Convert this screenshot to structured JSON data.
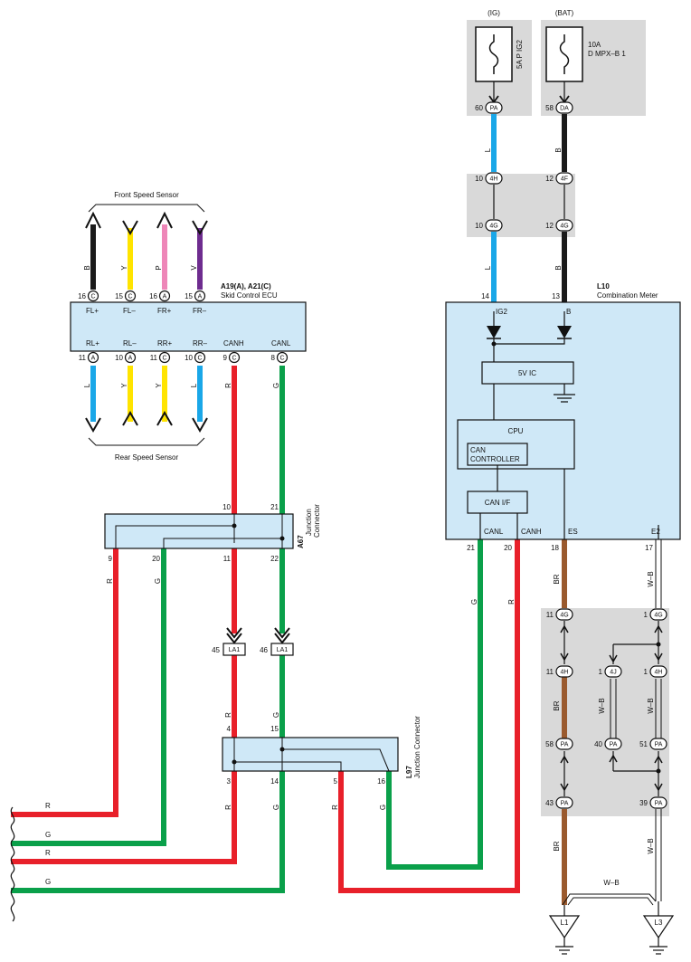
{
  "sources": {
    "ig": {
      "label": "(IG)",
      "fuse": "5A P IG2",
      "pin_num": "60",
      "pin_code": "PA",
      "wire": "L"
    },
    "bat": {
      "label": "(BAT)",
      "fuse_amp": "10A",
      "fuse_name": "D MPX–B 1",
      "pin_num": "58",
      "pin_code": "DA",
      "wire": "B"
    }
  },
  "joint_4h4f": {
    "left_num": "10",
    "left_code": "4H",
    "right_num": "12",
    "right_code": "4F"
  },
  "joint_4g": {
    "left_num": "10",
    "left_code": "4G",
    "right_num": "12",
    "right_code": "4G"
  },
  "ecu": {
    "id": "A19(A), A21(C)",
    "name": "Skid Control ECU",
    "top_pins": [
      {
        "num": "16",
        "code": "C",
        "label": "FL+",
        "wire": "B"
      },
      {
        "num": "15",
        "code": "C",
        "label": "FL–",
        "wire": "Y"
      },
      {
        "num": "16",
        "code": "A",
        "label": "FR+",
        "wire": "P"
      },
      {
        "num": "15",
        "code": "A",
        "label": "FR–",
        "wire": "V"
      }
    ],
    "bottom_pins": [
      {
        "num": "11",
        "code": "A",
        "label": "RL+",
        "wire": "L"
      },
      {
        "num": "10",
        "code": "A",
        "label": "RL–",
        "wire": "Y"
      },
      {
        "num": "11",
        "code": "C",
        "label": "RR+",
        "wire": "Y"
      },
      {
        "num": "10",
        "code": "C",
        "label": "RR–",
        "wire": "L"
      },
      {
        "num": "9",
        "code": "C",
        "label": "CANH",
        "wire": "R"
      },
      {
        "num": "8",
        "code": "C",
        "label": "CANL",
        "wire": "G"
      }
    ],
    "front_sensor": "Front Speed Sensor",
    "rear_sensor": "Rear Speed Sensor"
  },
  "meter": {
    "id": "L10",
    "name": "Combination Meter",
    "pin_ig2_num": "14",
    "pin_ig2_label": "IG2",
    "pin_b_num": "13",
    "pin_b_label": "B",
    "ic": "5V IC",
    "cpu": "CPU",
    "can_ctrl_1": "CAN",
    "can_ctrl_2": "CONTROLLER",
    "can_if": "CAN I/F",
    "bottom": [
      {
        "num": "21",
        "label": "CANL",
        "wire": "G"
      },
      {
        "num": "20",
        "label": "CANH",
        "wire": "R"
      },
      {
        "num": "18",
        "label": "ES",
        "wire": "BR"
      },
      {
        "num": "17",
        "label": "E2",
        "wire": "W–B"
      }
    ]
  },
  "a67": {
    "id": "A67",
    "name": "Junction",
    "name2": "Connector",
    "top_pins": [
      "10",
      "21"
    ],
    "bottom_pins": [
      "9",
      "20",
      "11",
      "22"
    ],
    "wires": [
      "R",
      "G"
    ]
  },
  "la1": [
    {
      "num": "45",
      "code": "LA1"
    },
    {
      "num": "46",
      "code": "LA1"
    }
  ],
  "l97": {
    "id": "L97",
    "name": "Junction Connector",
    "top_pins": [
      "4",
      "15"
    ],
    "bottom_pins": [
      "3",
      "14",
      "5",
      "16"
    ],
    "wire_r": "R",
    "wire_g": "G"
  },
  "ground_block": {
    "j4g": [
      {
        "num": "11",
        "code": "4G"
      },
      {
        "num": "1",
        "code": "4G"
      }
    ],
    "j4h": [
      {
        "num": "11",
        "code": "4H"
      },
      {
        "num": "1",
        "code": "4J"
      },
      {
        "num": "1",
        "code": "4H"
      }
    ],
    "jpa1": [
      {
        "num": "58",
        "code": "PA"
      },
      {
        "num": "40",
        "code": "PA"
      },
      {
        "num": "51",
        "code": "PA"
      }
    ],
    "jpa2": [
      {
        "num": "43",
        "code": "PA"
      },
      {
        "num": "39",
        "code": "PA"
      }
    ],
    "wire_br": "BR",
    "wire_wb": "W–B",
    "grounds": [
      "L1",
      "L3"
    ]
  },
  "left_wires": [
    "R",
    "G",
    "R",
    "G"
  ],
  "colors": {
    "red": "#e8202a",
    "green": "#0aa04a",
    "blue": "#1aa7e8",
    "yellow": "#ffe400",
    "pink": "#ee86b8",
    "violet": "#6e2c8f",
    "brown": "#9a5a2e",
    "black": "#1a1a1a",
    "box": "#cfe8f7",
    "gray": "#d9d9d9"
  }
}
